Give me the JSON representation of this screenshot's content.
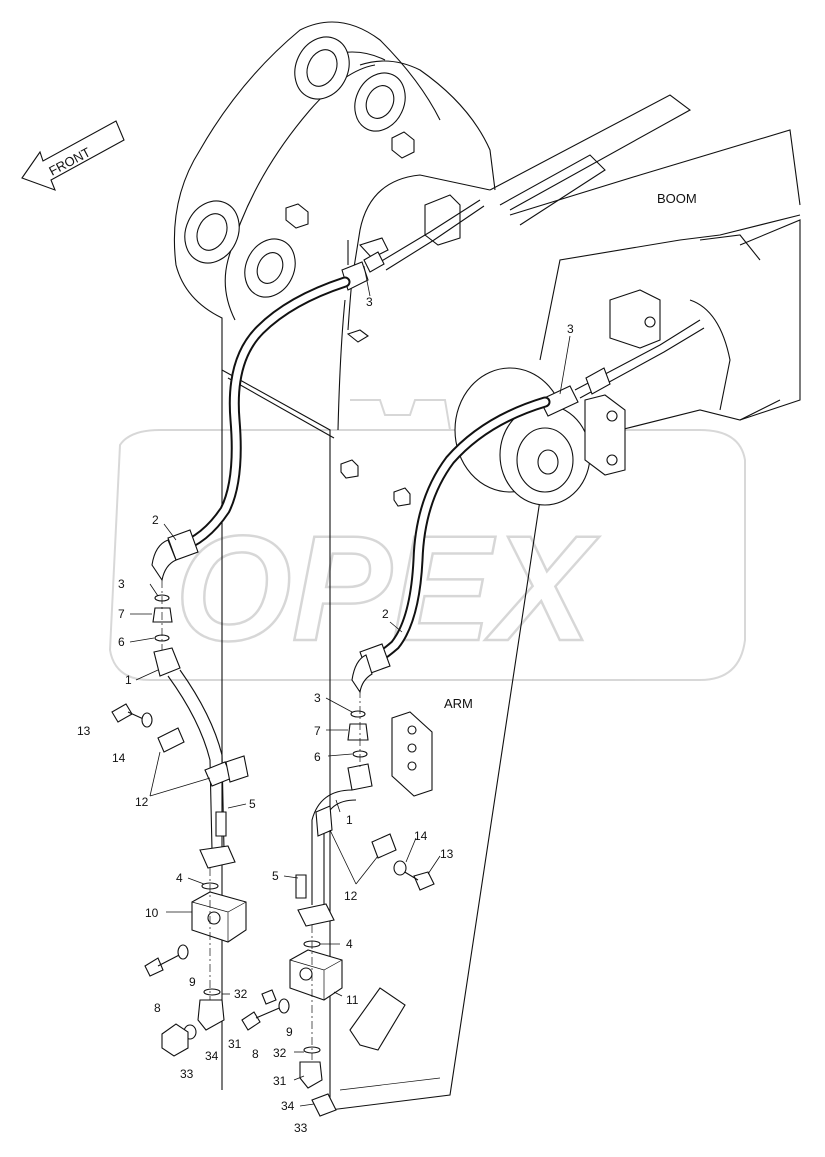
{
  "header": {
    "code": ""
  },
  "direction": {
    "text": "FRONT"
  },
  "sections": {
    "boom": "BOOM",
    "arm": "ARM"
  },
  "watermark": {
    "text": "OPEX"
  },
  "callouts": {
    "c1a": "1",
    "c1b": "1",
    "c2a": "2",
    "c2b": "2",
    "c3a": "3",
    "c3b": "3",
    "c3c": "3",
    "c3d": "3",
    "c4a": "4",
    "c4b": "4",
    "c5a": "5",
    "c5b": "5",
    "c6a": "6",
    "c6b": "6",
    "c7a": "7",
    "c7b": "7",
    "c8a": "8",
    "c8b": "8",
    "c9a": "9",
    "c9b": "9",
    "c10": "10",
    "c11": "11",
    "c12a": "12",
    "c12b": "12",
    "c13a": "13",
    "c13b": "13",
    "c14a": "14",
    "c14b": "14",
    "c31a": "31",
    "c31b": "31",
    "c32a": "32",
    "c32b": "32",
    "c33a": "33",
    "c33b": "33",
    "c34a": "34",
    "c34b": "34"
  },
  "colors": {
    "line": "#111111",
    "watermark": "#b8b8b8"
  }
}
